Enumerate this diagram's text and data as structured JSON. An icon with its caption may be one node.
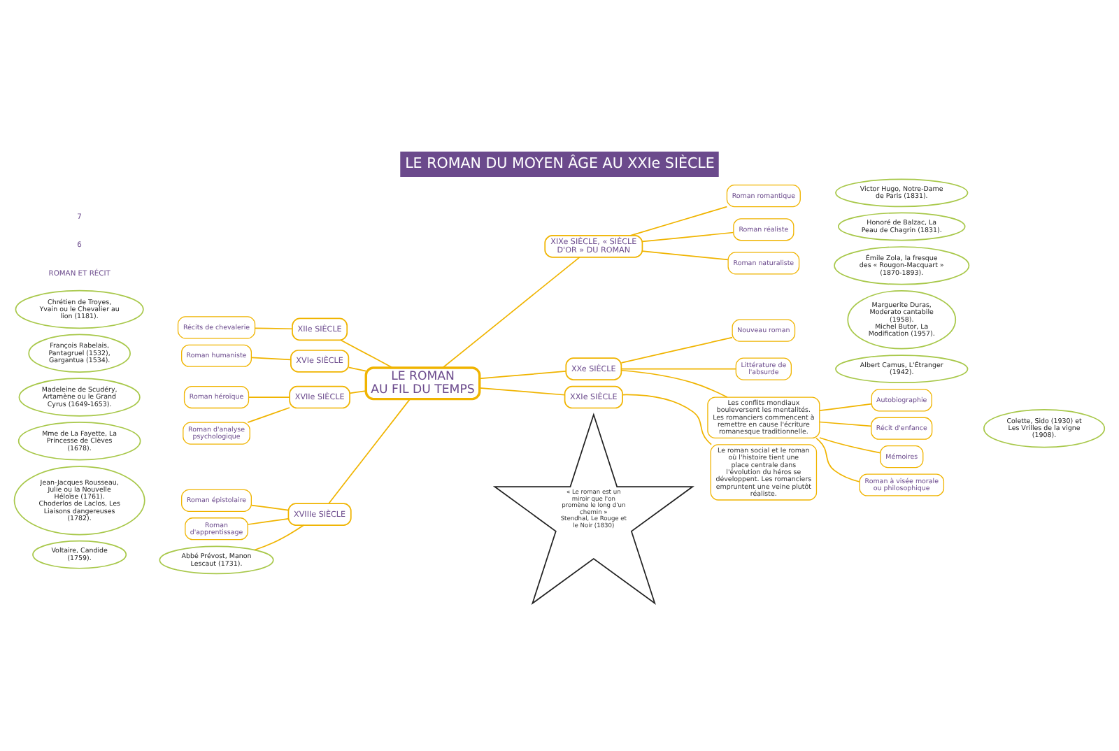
{
  "diagram": {
    "title": "LE ROMAN DU MOYEN ÂGE AU XXIe SIÈCLE",
    "nodes": [
      {
        "text": [
          "LE ROMAN",
          "AU FIL DU TEMPS"
        ]
      },
      {
        "text": [
          "XIIe SIÈCLE"
        ]
      },
      {
        "text": [
          "Récits de chevalerie"
        ]
      },
      {
        "text": [
          "Chrétien de Troyes, Yvain ou le Chevalier au lion (1181)."
        ]
      },
      {
        "text": [
          "XVIe SIÈCLE"
        ]
      },
      {
        "text": [
          "Roman humaniste"
        ]
      },
      {
        "text": [
          "François Rabelais, Pantagruel (1532), Gargantua (1534)."
        ]
      },
      {
        "text": [
          "XVIIe SIÈCLE"
        ]
      },
      {
        "text": [
          "Roman héroïque"
        ]
      },
      {
        "text": [
          "Madeleine de Scudéry, Artamène ou le Grand Cyrus (1649-1653)."
        ]
      },
      {
        "text": [
          "Roman d'analyse psychologique"
        ]
      },
      {
        "text": [
          "Mme de La Fayette, La Princesse de Clèves (1678)."
        ]
      },
      {
        "text": [
          "XVIIIe SIÈCLE"
        ]
      },
      {
        "text": [
          "Roman épistolaire"
        ]
      },
      {
        "text": [
          "Jean-Jacques Rousseau, Julie ou la Nouvelle Héloïse (1761).",
          "Choderlos de Laclos, Les Liaisons dangereuses (1782)."
        ]
      },
      {
        "text": [
          "Roman d'apprentissage"
        ]
      },
      {
        "text": [
          "Voltaire, Candide (1759)."
        ]
      },
      {
        "text": [
          "Abbé Prévost, Manon Lescaut (1731)."
        ]
      },
      {
        "text": [
          "XIXe SIÈCLE, « SIÈCLE D'OR » DU ROMAN"
        ]
      },
      {
        "text": [
          "Roman romantique"
        ]
      },
      {
        "text": [
          "Victor Hugo, Notre-Dame de Paris (1831)."
        ]
      },
      {
        "text": [
          "Roman réaliste"
        ]
      },
      {
        "text": [
          "Honoré de Balzac, La Peau de Chagrin (1831)."
        ]
      },
      {
        "text": [
          "Roman naturaliste"
        ]
      },
      {
        "text": [
          "Émile Zola, la fresque des « Rougon-Macquart » (1870-1893)."
        ]
      },
      {
        "text": [
          "XXe SIÈCLE"
        ]
      },
      {
        "text": [
          "Nouveau roman"
        ]
      },
      {
        "text": [
          "Marguerite Duras, Moderato cantabile (1958).",
          "Michel Butor, La Modification (1957)."
        ]
      },
      {
        "text": [
          "Littérature de l'absurde"
        ]
      },
      {
        "text": [
          "Albert Camus, L'Étranger (1942)."
        ]
      },
      {
        "text": [
          "Les conflits mondiaux bouleversent les mentalités. Les romanciers commencent à remettre en cause l'écriture romanesque traditionnelle."
        ]
      },
      {
        "text": [
          "Autobiographie"
        ]
      },
      {
        "text": [
          "Récit d'enfance"
        ]
      },
      {
        "text": [
          "Colette, Sido (1930) et Les Vrilles de la vigne (1908)."
        ]
      },
      {
        "text": [
          "Mémoires"
        ]
      },
      {
        "text": [
          "Roman à visée morale ou philosophique"
        ]
      },
      {
        "text": [
          "XXIe SIÈCLE"
        ]
      },
      {
        "text": [
          "Le roman social et le roman où l'histoire tient une place centrale dans l'évolution du héros se développent. Les romanciers empruntent une veine plutôt réaliste."
        ]
      },
      {
        "text": [
          "« Le roman est un miroir que l'on promène le long d'un chemin »",
          "Stendhal, Le Rouge et le Noir (1830)"
        ]
      }
    ],
    "edges": [
      {
        "from": 0,
        "to": 1,
        "arrow": "none"
      },
      {
        "from": 0,
        "to": 4,
        "arrow": "none"
      },
      {
        "from": 0,
        "to": 7,
        "arrow": "none"
      },
      {
        "from": 0,
        "to": 12,
        "arrow": "none"
      },
      {
        "from": 0,
        "to": 18,
        "arrow": "none"
      },
      {
        "from": 0,
        "to": 25,
        "arrow": "none"
      },
      {
        "from": 0,
        "to": 36,
        "arrow": "none"
      },
      {
        "from": 1,
        "to": 2,
        "arrow": "none"
      },
      {
        "from": 4,
        "to": 5,
        "arrow": "none"
      },
      {
        "from": 7,
        "to": 8,
        "arrow": "none"
      },
      {
        "from": 7,
        "to": 10,
        "arrow": "none"
      },
      {
        "from": 12,
        "to": 13,
        "arrow": "none"
      },
      {
        "from": 12,
        "to": 15,
        "arrow": "none"
      },
      {
        "from": 12,
        "to": 17,
        "arrow": "none"
      },
      {
        "from": 18,
        "to": 19,
        "arrow": "none"
      },
      {
        "from": 18,
        "to": 21,
        "arrow": "none"
      },
      {
        "from": 18,
        "to": 23,
        "arrow": "none"
      },
      {
        "from": 25,
        "to": 26,
        "arrow": "none"
      },
      {
        "from": 25,
        "to": 28,
        "arrow": "none"
      },
      {
        "from": 25,
        "to": 30,
        "arrow": "none"
      },
      {
        "from": 30,
        "to": 31,
        "arrow": "none"
      },
      {
        "from": 30,
        "to": 32,
        "arrow": "none"
      },
      {
        "from": 30,
        "to": 34,
        "arrow": "none"
      },
      {
        "from": 30,
        "to": 35,
        "arrow": "none"
      },
      {
        "from": 36,
        "to": 37,
        "arrow": "none"
      }
    ],
    "labels": [
      "ROMAN ET RÉCIT",
      "6",
      "7"
    ]
  }
}
